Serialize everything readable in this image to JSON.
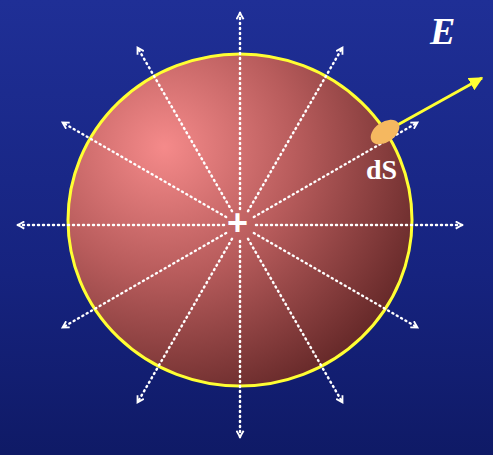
{
  "diagram": {
    "labels": [
      "E",
      "dS",
      "+"
    ]
  }
}
